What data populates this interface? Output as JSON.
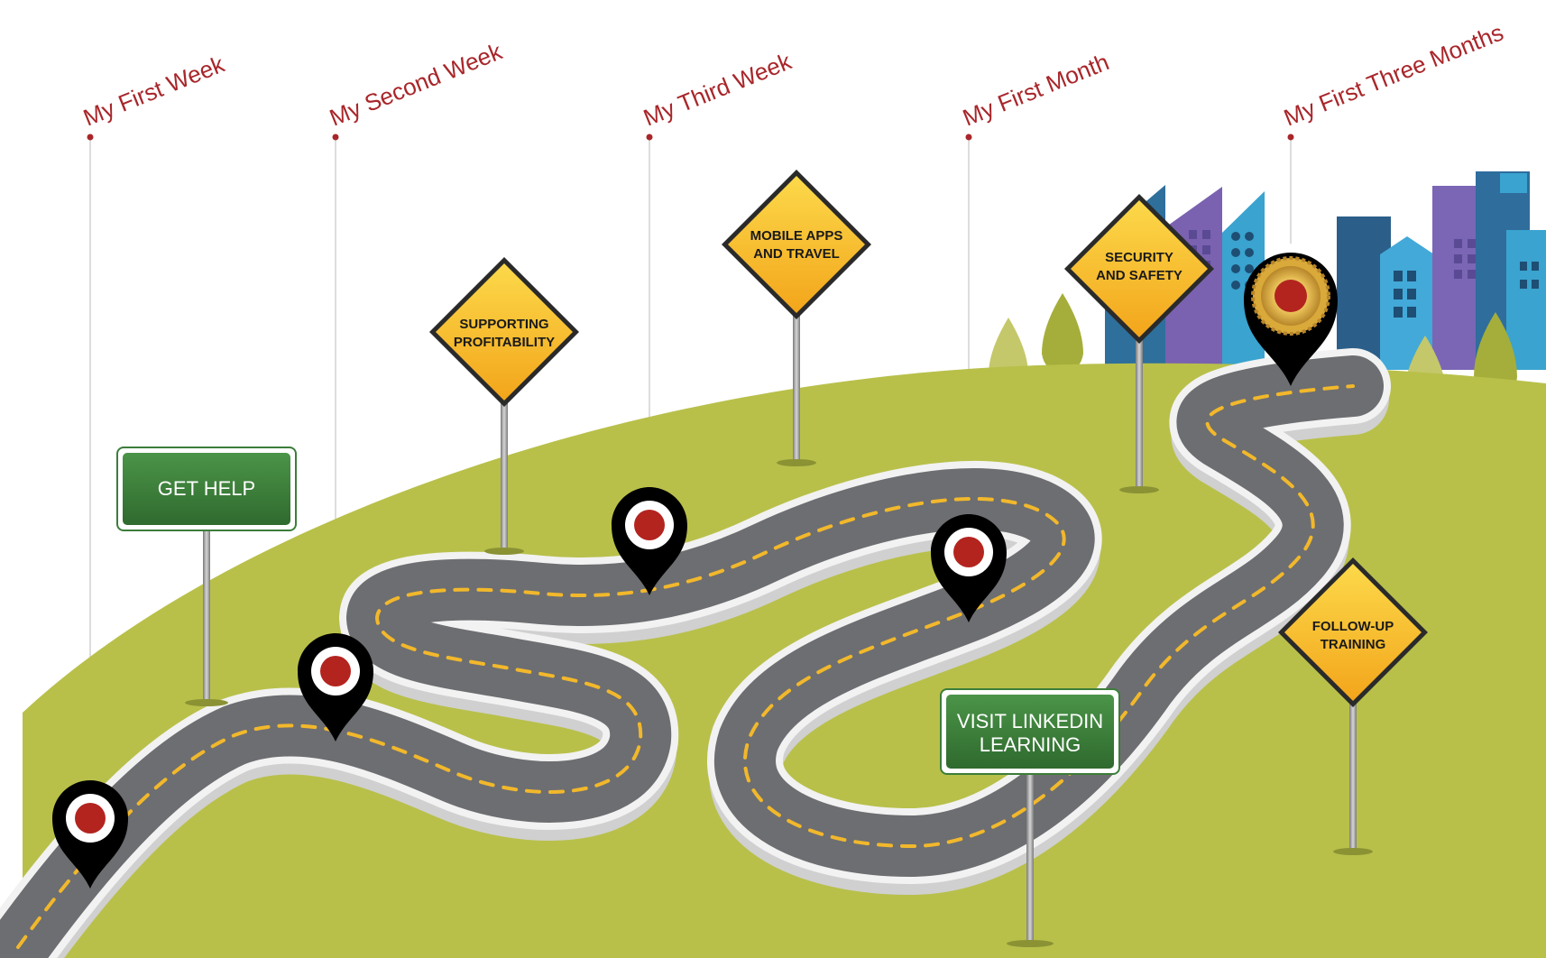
{
  "milestones": [
    {
      "label": "My First Week"
    },
    {
      "label": "My Second Week"
    },
    {
      "label": "My Third Week"
    },
    {
      "label": "My First Month"
    },
    {
      "label": "My First Three Months"
    }
  ],
  "signs": {
    "get_help": "GET HELP",
    "supporting_1": "SUPPORTING",
    "supporting_2": "PROFITABILITY",
    "mobile_1": "MOBILE APPS",
    "mobile_2": "AND TRAVEL",
    "security_1": "SECURITY",
    "security_2": "AND SAFETY",
    "linkedin_1": "VISIT LINKEDIN",
    "linkedin_2": "LEARNING",
    "followup_1": "FOLLOW-UP",
    "followup_2": "TRAINING"
  },
  "colors": {
    "milestone_text": "#a8262a",
    "hill": "#b8c04a",
    "road": "#6d6e71",
    "road_edge": "#e8e8e8",
    "lane_dash": "#f2b82b",
    "sign_yellow": "#f9c623",
    "sign_green": "#3c7d3a",
    "pin_black": "#000000",
    "pin_red": "#b3241f",
    "medal_gold": "#d9a93a"
  },
  "icons": [
    "location-pin-icon",
    "medal-pin-icon",
    "tree-icon",
    "building-icon"
  ]
}
